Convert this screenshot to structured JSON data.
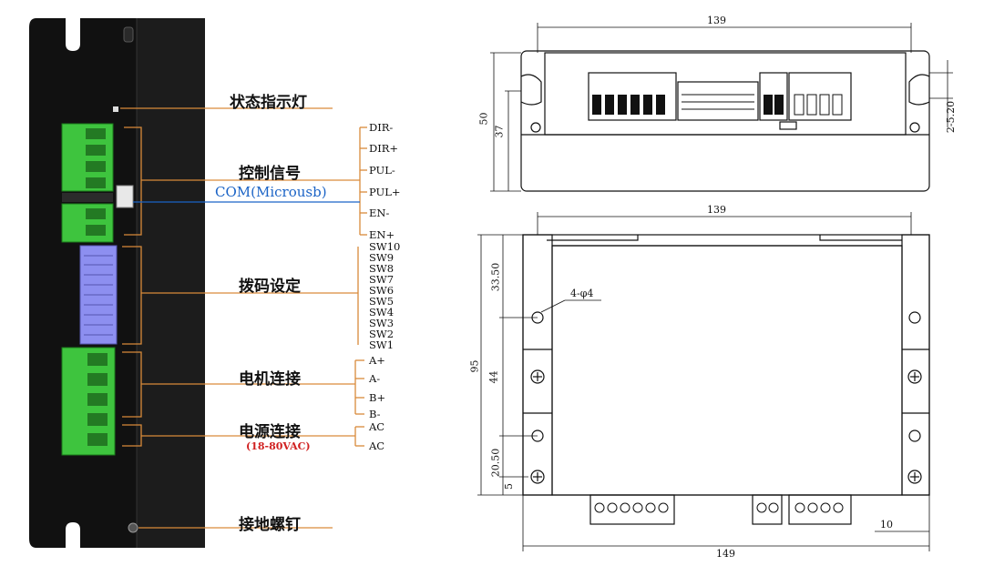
{
  "labels": {
    "status_led": "状态指示灯",
    "control_signal": "控制信号",
    "com_port": "COM(Microusb)",
    "dip_switch": "拨码设定",
    "motor_conn": "电机连接",
    "power_conn": "电源连接",
    "power_range": "(18-80VAC)",
    "ground_screw": "接地螺钉"
  },
  "control_pins": [
    "DIR-",
    "DIR+",
    "PUL-",
    "PUL+",
    "EN-",
    "EN+"
  ],
  "dip_pins": [
    "SW10",
    "SW9",
    "SW8",
    "SW7",
    "SW6",
    "SW5",
    "SW4",
    "SW3",
    "SW2",
    "SW1"
  ],
  "motor_pins": [
    "A+",
    "A-",
    "B+",
    "B-"
  ],
  "power_pins": [
    "AC",
    "AC"
  ],
  "dimensions": {
    "top_width": "139",
    "top_height": "50",
    "top_inner_height": "37",
    "top_slot": "2-5.20",
    "front_width": "139",
    "front_total_width": "149",
    "front_height": "95",
    "front_seg_top": "33.50",
    "front_seg_mid": "44",
    "front_seg_bot": "20.50",
    "front_seg_small": "5",
    "hole_spec": "4-φ4",
    "flange": "10"
  },
  "colors": {
    "body": "#111111",
    "terminal_green": "#3ec43e",
    "dip_blue": "#8d8ff0",
    "callout_line": "#d98a3a",
    "com_line": "#1a63c6",
    "power_note": "#d02020"
  }
}
